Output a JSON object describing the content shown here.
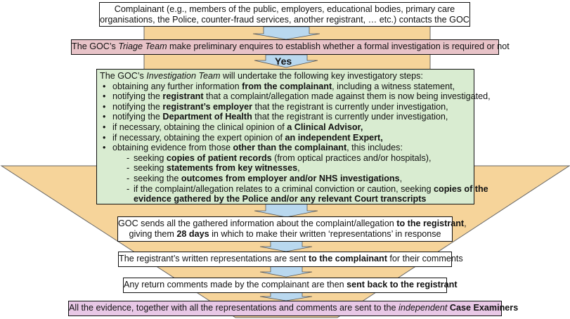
{
  "colors": {
    "funnel": "#f6d49a",
    "arrow": "#b9d8ef",
    "triage_fill": "#e8c3c8",
    "investigation_fill": "#d9ecd1",
    "final_fill": "#e8c8e6",
    "box_fill": "#ffffff"
  },
  "complainant": {
    "line1": "Complainant (e.g., members of the public, employers, educational bodies, primary care",
    "line2": "organisations, the Police, counter-fraud services, another registrant, … etc.) contacts the GOC"
  },
  "triage": {
    "p1": "The GOC’s ",
    "team": "Triage Team",
    "p2": " make preliminary enquires to establish whether a formal investigation is required or not"
  },
  "yes_label": "Yes",
  "investigation": {
    "intro_p1": "The GOC’s ",
    "intro_team": "Investigation Team",
    "intro_p2": " will undertake the following key investigatory steps:",
    "b1_a": "obtaining any further information ",
    "b1_b": "from the complainant",
    "b1_c": ", including a witness statement,",
    "b2_a": "notifying the ",
    "b2_b": "registrant",
    "b2_c": " that a complaint/allegation made against them is now being investigated,",
    "b3_a": "notifying the ",
    "b3_b": "registrant’s employer",
    "b3_c": " that the registrant is currently under investigation,",
    "b4_a": "notifying the ",
    "b4_b": "Department of Health",
    "b4_c": " that the registrant is currently under investigation,",
    "b5_a": "if necessary, obtaining the clinical opinion of ",
    "b5_b": "a Clinical Advisor,",
    "b6_a": "if necessary, obtaining the expert opinion of ",
    "b6_b": "an independent Expert,",
    "b7_a": "obtaining evidence from those ",
    "b7_b": "other than the complainant",
    "b7_c": ", this includes:",
    "dash": "-",
    "s1_a": "seeking ",
    "s1_b": "copies of patient records",
    "s1_c": " (from optical practices and/or hospitals),",
    "s2_a": "seeking ",
    "s2_b": "statements from key witnesses",
    "s2_c": ",",
    "s3_a": "seeking the ",
    "s3_b": "outcomes from employer and/or NHS investigations",
    "s3_c": ",",
    "s4_a": "if the complaint/allegation relates to a criminal conviction or caution, seeking ",
    "s4_b": "copies of the",
    "s4_c": "evidence gathered by the Police and/or any relevant Court transcripts"
  },
  "sends": {
    "l1_a": "GOC sends all the gathered information about the complaint/allegation ",
    "l1_b": "to the registrant",
    "l1_c": ",",
    "l2_a": "giving them ",
    "l2_b": "28 days",
    "l2_c": " in which to make their written ‘representations’ in response"
  },
  "representations": {
    "a": "The registrant’s written representations are sent ",
    "b": "to the complainant",
    "c": " for their comments"
  },
  "return_comments": {
    "a": "Any return comments made by the complainant are then ",
    "b": "sent back to the registrant"
  },
  "final": {
    "a": "All the evidence, together with all the representations and comments are sent to the ",
    "b": "independent",
    "c": " ",
    "d": "Case Examiners"
  }
}
